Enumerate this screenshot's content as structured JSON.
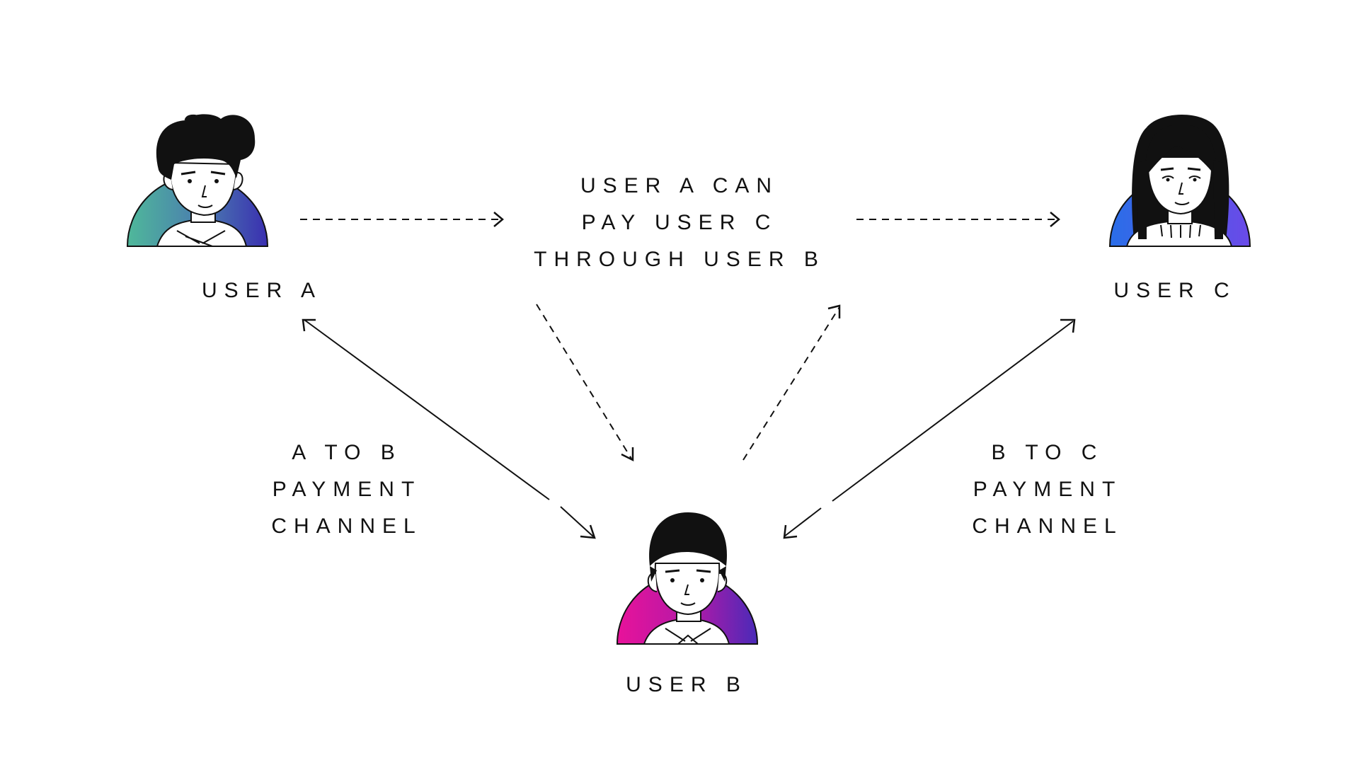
{
  "users": {
    "a": {
      "label": "USER A"
    },
    "b": {
      "label": "USER B"
    },
    "c": {
      "label": "USER C"
    }
  },
  "center_note": {
    "lines": [
      "USER A CAN",
      "PAY USER C",
      "THROUGH USER B"
    ]
  },
  "channels": {
    "ab": {
      "lines": [
        "A TO B",
        "PAYMENT",
        "CHANNEL"
      ]
    },
    "bc": {
      "lines": [
        "B TO C",
        "PAYMENT",
        "CHANNEL"
      ]
    }
  },
  "colors": {
    "ink": "#111111",
    "user_a_gradient": [
      "#4fb89a",
      "#3a2fb0"
    ],
    "user_b_gradient": [
      "#e8129a",
      "#4a2ab8"
    ],
    "user_c_gradient": [
      "#2a6ee8",
      "#6a4ae8"
    ]
  },
  "icons": {
    "user_a": "man-avatar-icon",
    "user_b": "person-avatar-icon",
    "user_c": "woman-avatar-icon"
  }
}
